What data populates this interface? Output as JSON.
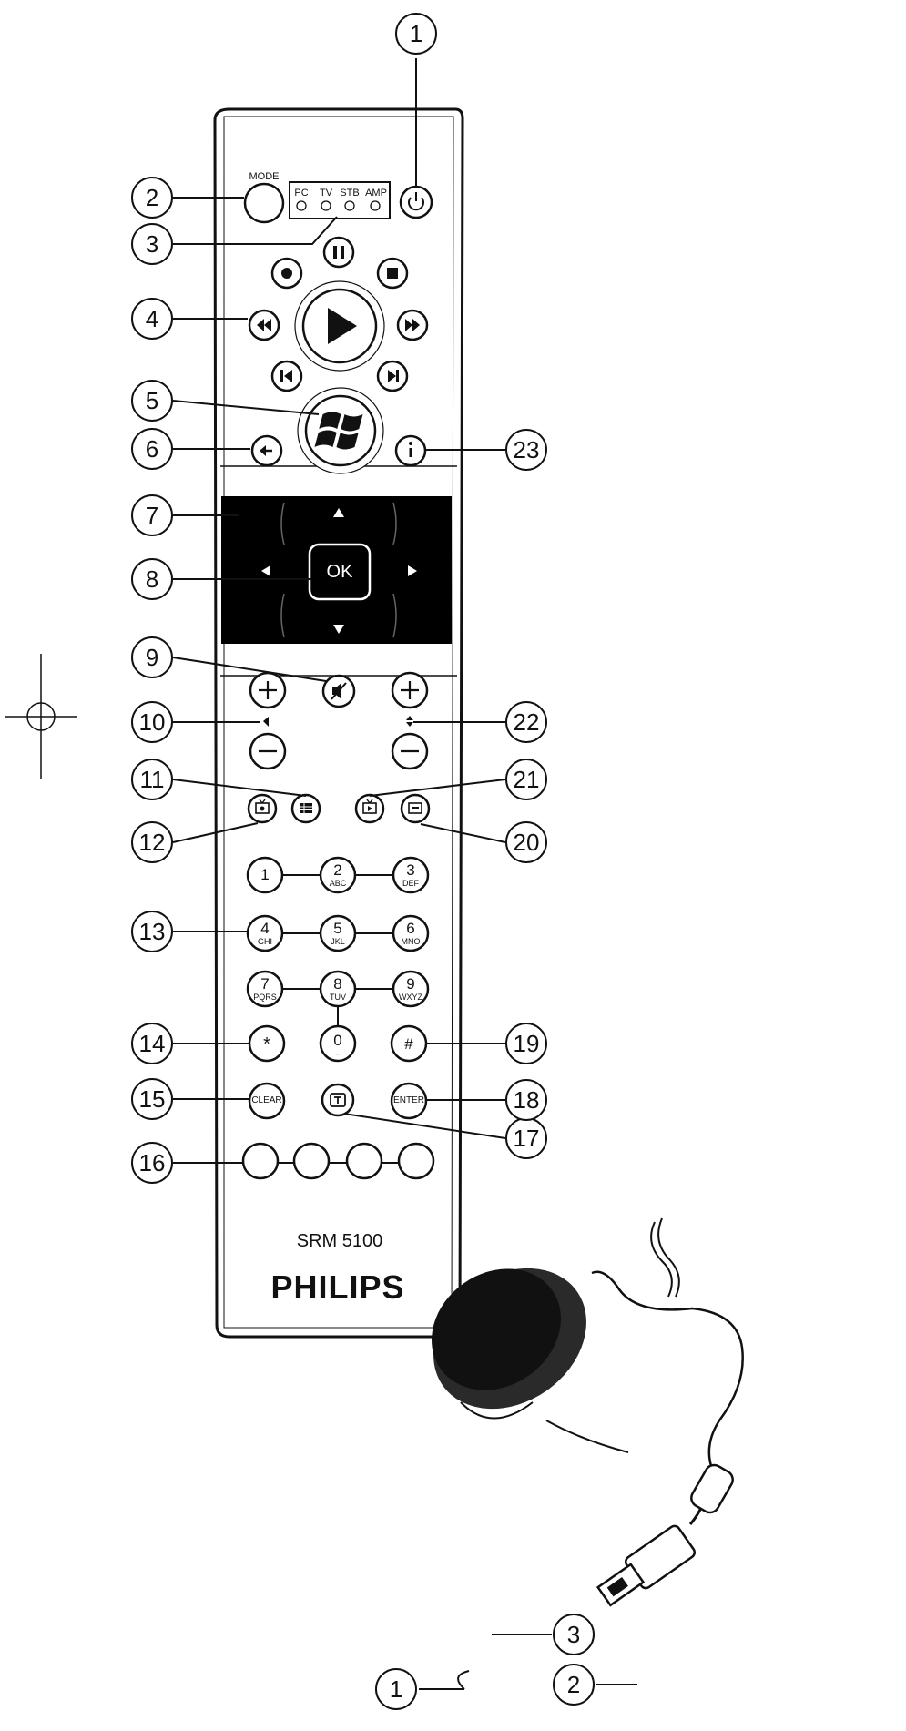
{
  "callouts": [
    "1",
    "2",
    "3",
    "4",
    "5",
    "6",
    "7",
    "8",
    "9",
    "10",
    "11",
    "12",
    "13",
    "14",
    "15",
    "16",
    "17",
    "18",
    "19",
    "20",
    "21",
    "22",
    "23"
  ],
  "receiver_callouts": [
    "1",
    "2",
    "3"
  ],
  "mode_label": "MODE",
  "devices": [
    "PC",
    "TV",
    "STB",
    "AMP"
  ],
  "ok_label": "OK",
  "keypad": [
    {
      "digit": "1",
      "letters": ""
    },
    {
      "digit": "2",
      "letters": "ABC"
    },
    {
      "digit": "3",
      "letters": "DEF"
    },
    {
      "digit": "4",
      "letters": "GHI"
    },
    {
      "digit": "5",
      "letters": "JKL"
    },
    {
      "digit": "6",
      "letters": "MNO"
    },
    {
      "digit": "7",
      "letters": "PQRS"
    },
    {
      "digit": "8",
      "letters": "TUV"
    },
    {
      "digit": "9",
      "letters": "WXYZ"
    },
    {
      "digit": "0",
      "letters": "_"
    }
  ],
  "star_label": "*",
  "hash_label": "#",
  "clear_label": "CLEAR",
  "enter_label": "ENTER",
  "model": "SRM 5100",
  "brand": "PHILIPS",
  "colors": {
    "ink": "#111111",
    "pad": "#000000",
    "body": "#ffffff"
  }
}
